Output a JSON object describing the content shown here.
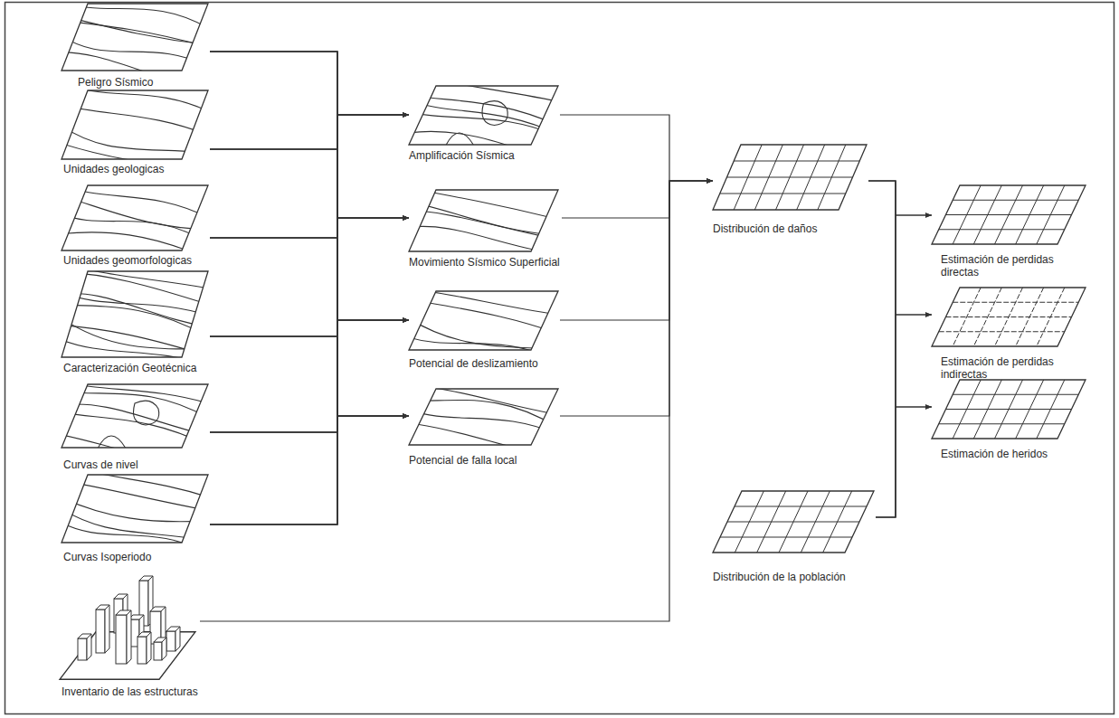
{
  "diagram": {
    "nodes": [
      {
        "text": [
          "Peligro Sísmico"
        ]
      },
      {
        "text": [
          "Unidades geologicas"
        ]
      },
      {
        "text": [
          "Unidades geomorfologicas"
        ]
      },
      {
        "text": [
          "Caracterización Geotécnica"
        ]
      },
      {
        "text": [
          "Curvas de nivel"
        ]
      },
      {
        "text": [
          "Curvas Isoperiodo"
        ]
      },
      {
        "text": [
          "Inventario de las estructuras"
        ]
      },
      {
        "text": [
          "Amplificación Sísmica"
        ]
      },
      {
        "text": [
          "Movimiento Sísmico Superficial"
        ]
      },
      {
        "text": [
          "Potencial de deslizamiento"
        ]
      },
      {
        "text": [
          "Potencial de falla local"
        ]
      },
      {
        "text": [
          "Distribución de daños"
        ]
      },
      {
        "text": [
          "Distribución de la población"
        ]
      },
      {
        "text": [
          "Estimación de perdidas directas"
        ]
      },
      {
        "text": [
          "Estimación de perdidas indirectas"
        ]
      },
      {
        "text": [
          "Estimación de heridos"
        ]
      }
    ],
    "edges": [
      {
        "from": 0,
        "to": 7,
        "arrow": "to"
      },
      {
        "from": 0,
        "to": 8,
        "arrow": "to"
      },
      {
        "from": 0,
        "to": 9,
        "arrow": "to"
      },
      {
        "from": 0,
        "to": 10,
        "arrow": "to"
      },
      {
        "from": 1,
        "to": 7,
        "arrow": "to"
      },
      {
        "from": 1,
        "to": 8,
        "arrow": "to"
      },
      {
        "from": 1,
        "to": 9,
        "arrow": "to"
      },
      {
        "from": 1,
        "to": 10,
        "arrow": "to"
      },
      {
        "from": 2,
        "to": 7,
        "arrow": "to"
      },
      {
        "from": 2,
        "to": 8,
        "arrow": "to"
      },
      {
        "from": 2,
        "to": 9,
        "arrow": "to"
      },
      {
        "from": 2,
        "to": 10,
        "arrow": "to"
      },
      {
        "from": 3,
        "to": 7,
        "arrow": "to"
      },
      {
        "from": 3,
        "to": 8,
        "arrow": "to"
      },
      {
        "from": 3,
        "to": 9,
        "arrow": "to"
      },
      {
        "from": 3,
        "to": 10,
        "arrow": "to"
      },
      {
        "from": 4,
        "to": 7,
        "arrow": "to"
      },
      {
        "from": 4,
        "to": 8,
        "arrow": "to"
      },
      {
        "from": 4,
        "to": 9,
        "arrow": "to"
      },
      {
        "from": 4,
        "to": 10,
        "arrow": "to"
      },
      {
        "from": 5,
        "to": 7,
        "arrow": "to"
      },
      {
        "from": 5,
        "to": 8,
        "arrow": "to"
      },
      {
        "from": 5,
        "to": 9,
        "arrow": "to"
      },
      {
        "from": 5,
        "to": 10,
        "arrow": "to"
      },
      {
        "from": 7,
        "to": 11,
        "arrow": "to"
      },
      {
        "from": 8,
        "to": 11,
        "arrow": "to"
      },
      {
        "from": 9,
        "to": 11,
        "arrow": "to"
      },
      {
        "from": 10,
        "to": 11,
        "arrow": "to"
      },
      {
        "from": 6,
        "to": 11,
        "arrow": "to"
      },
      {
        "from": 11,
        "to": 13,
        "arrow": "to"
      },
      {
        "from": 11,
        "to": 14,
        "arrow": "to"
      },
      {
        "from": 11,
        "to": 15,
        "arrow": "to"
      },
      {
        "from": 12,
        "to": 13,
        "arrow": "to"
      },
      {
        "from": 12,
        "to": 14,
        "arrow": "to"
      },
      {
        "from": 12,
        "to": 15,
        "arrow": "to"
      }
    ]
  }
}
